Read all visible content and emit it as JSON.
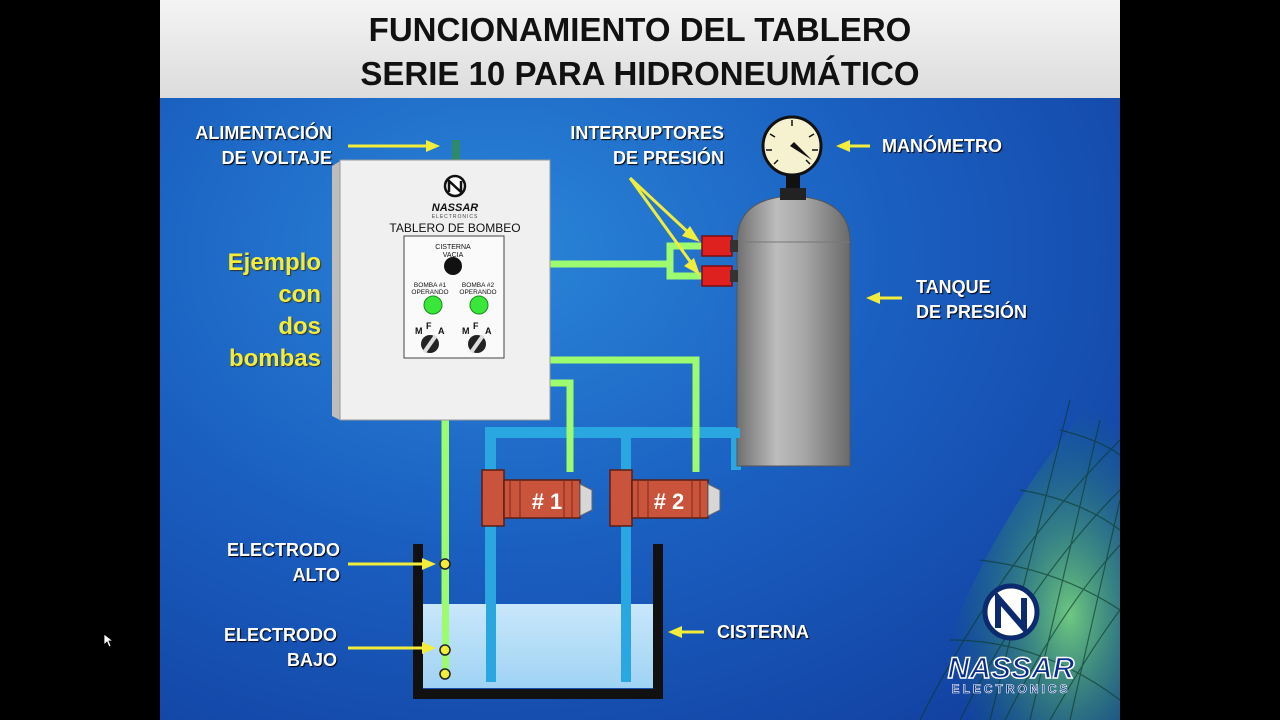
{
  "title_line1": "FUNCIONAMIENTO DEL TABLERO",
  "title_line2": "SERIE 10 PARA HIDRONEUMÁTICO",
  "labels": {
    "alimentacion_1": "ALIMENTACIÓN",
    "alimentacion_2": "DE VOLTAJE",
    "interruptores_1": "INTERRUPTORES",
    "interruptores_2": "DE PRESIÓN",
    "manometro": "MANÓMETRO",
    "tanque_1": "TANQUE",
    "tanque_2": "DE PRESIÓN",
    "cisterna": "CISTERNA",
    "electrodo_alto_1": "ELECTRODO",
    "electrodo_alto_2": "ALTO",
    "electrodo_bajo_1": "ELECTRODO",
    "electrodo_bajo_2": "BAJO"
  },
  "example": [
    "Ejemplo",
    "con",
    "dos",
    "bombas"
  ],
  "panel": {
    "brand": "NASSAR",
    "brand_sub": "ELECTRONICS",
    "title": "TABLERO DE BOMBEO",
    "cisterna_1": "CISTERNA",
    "cisterna_2": "VACIA",
    "bomba1_1": "BOMBA #1",
    "bomba1_2": "OPERANDO",
    "bomba2_1": "BOMBA #2",
    "bomba2_2": "OPERANDO",
    "switch_m": "M",
    "switch_f": "F",
    "switch_a": "A"
  },
  "pumps": [
    "# 1",
    "# 2"
  ],
  "logo": {
    "name": "NASSAR",
    "sub": "ELECTRONICS"
  },
  "colors": {
    "wire": "#9dfb6f",
    "pipe": "#2aa6e0",
    "pump": "#c9533b",
    "arrow": "#f2ec3a",
    "tank": "#9a9a9a",
    "led_on": "#39e639",
    "switch_red": "#e0201e"
  }
}
